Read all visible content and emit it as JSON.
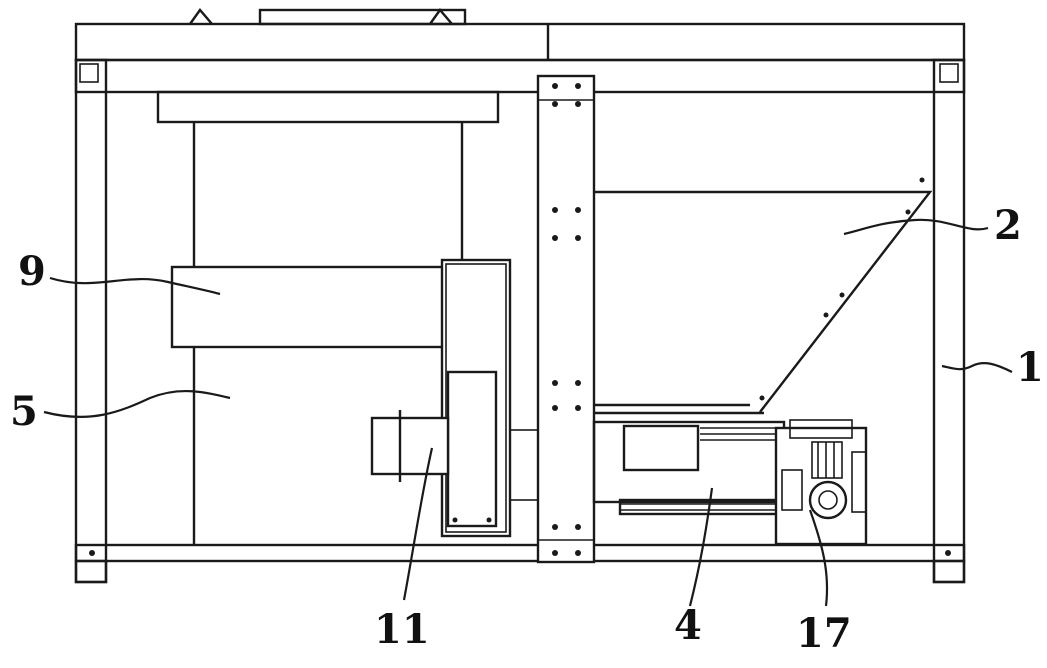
{
  "callouts": [
    {
      "id": "c1",
      "text": "1"
    },
    {
      "id": "c2",
      "text": "2"
    },
    {
      "id": "c4",
      "text": "4"
    },
    {
      "id": "c5",
      "text": "5"
    },
    {
      "id": "c9",
      "text": "9"
    },
    {
      "id": "c11",
      "text": "11"
    },
    {
      "id": "c17",
      "text": "17"
    }
  ],
  "colors": {
    "line": "#1a1a1a",
    "background": "#ffffff"
  }
}
